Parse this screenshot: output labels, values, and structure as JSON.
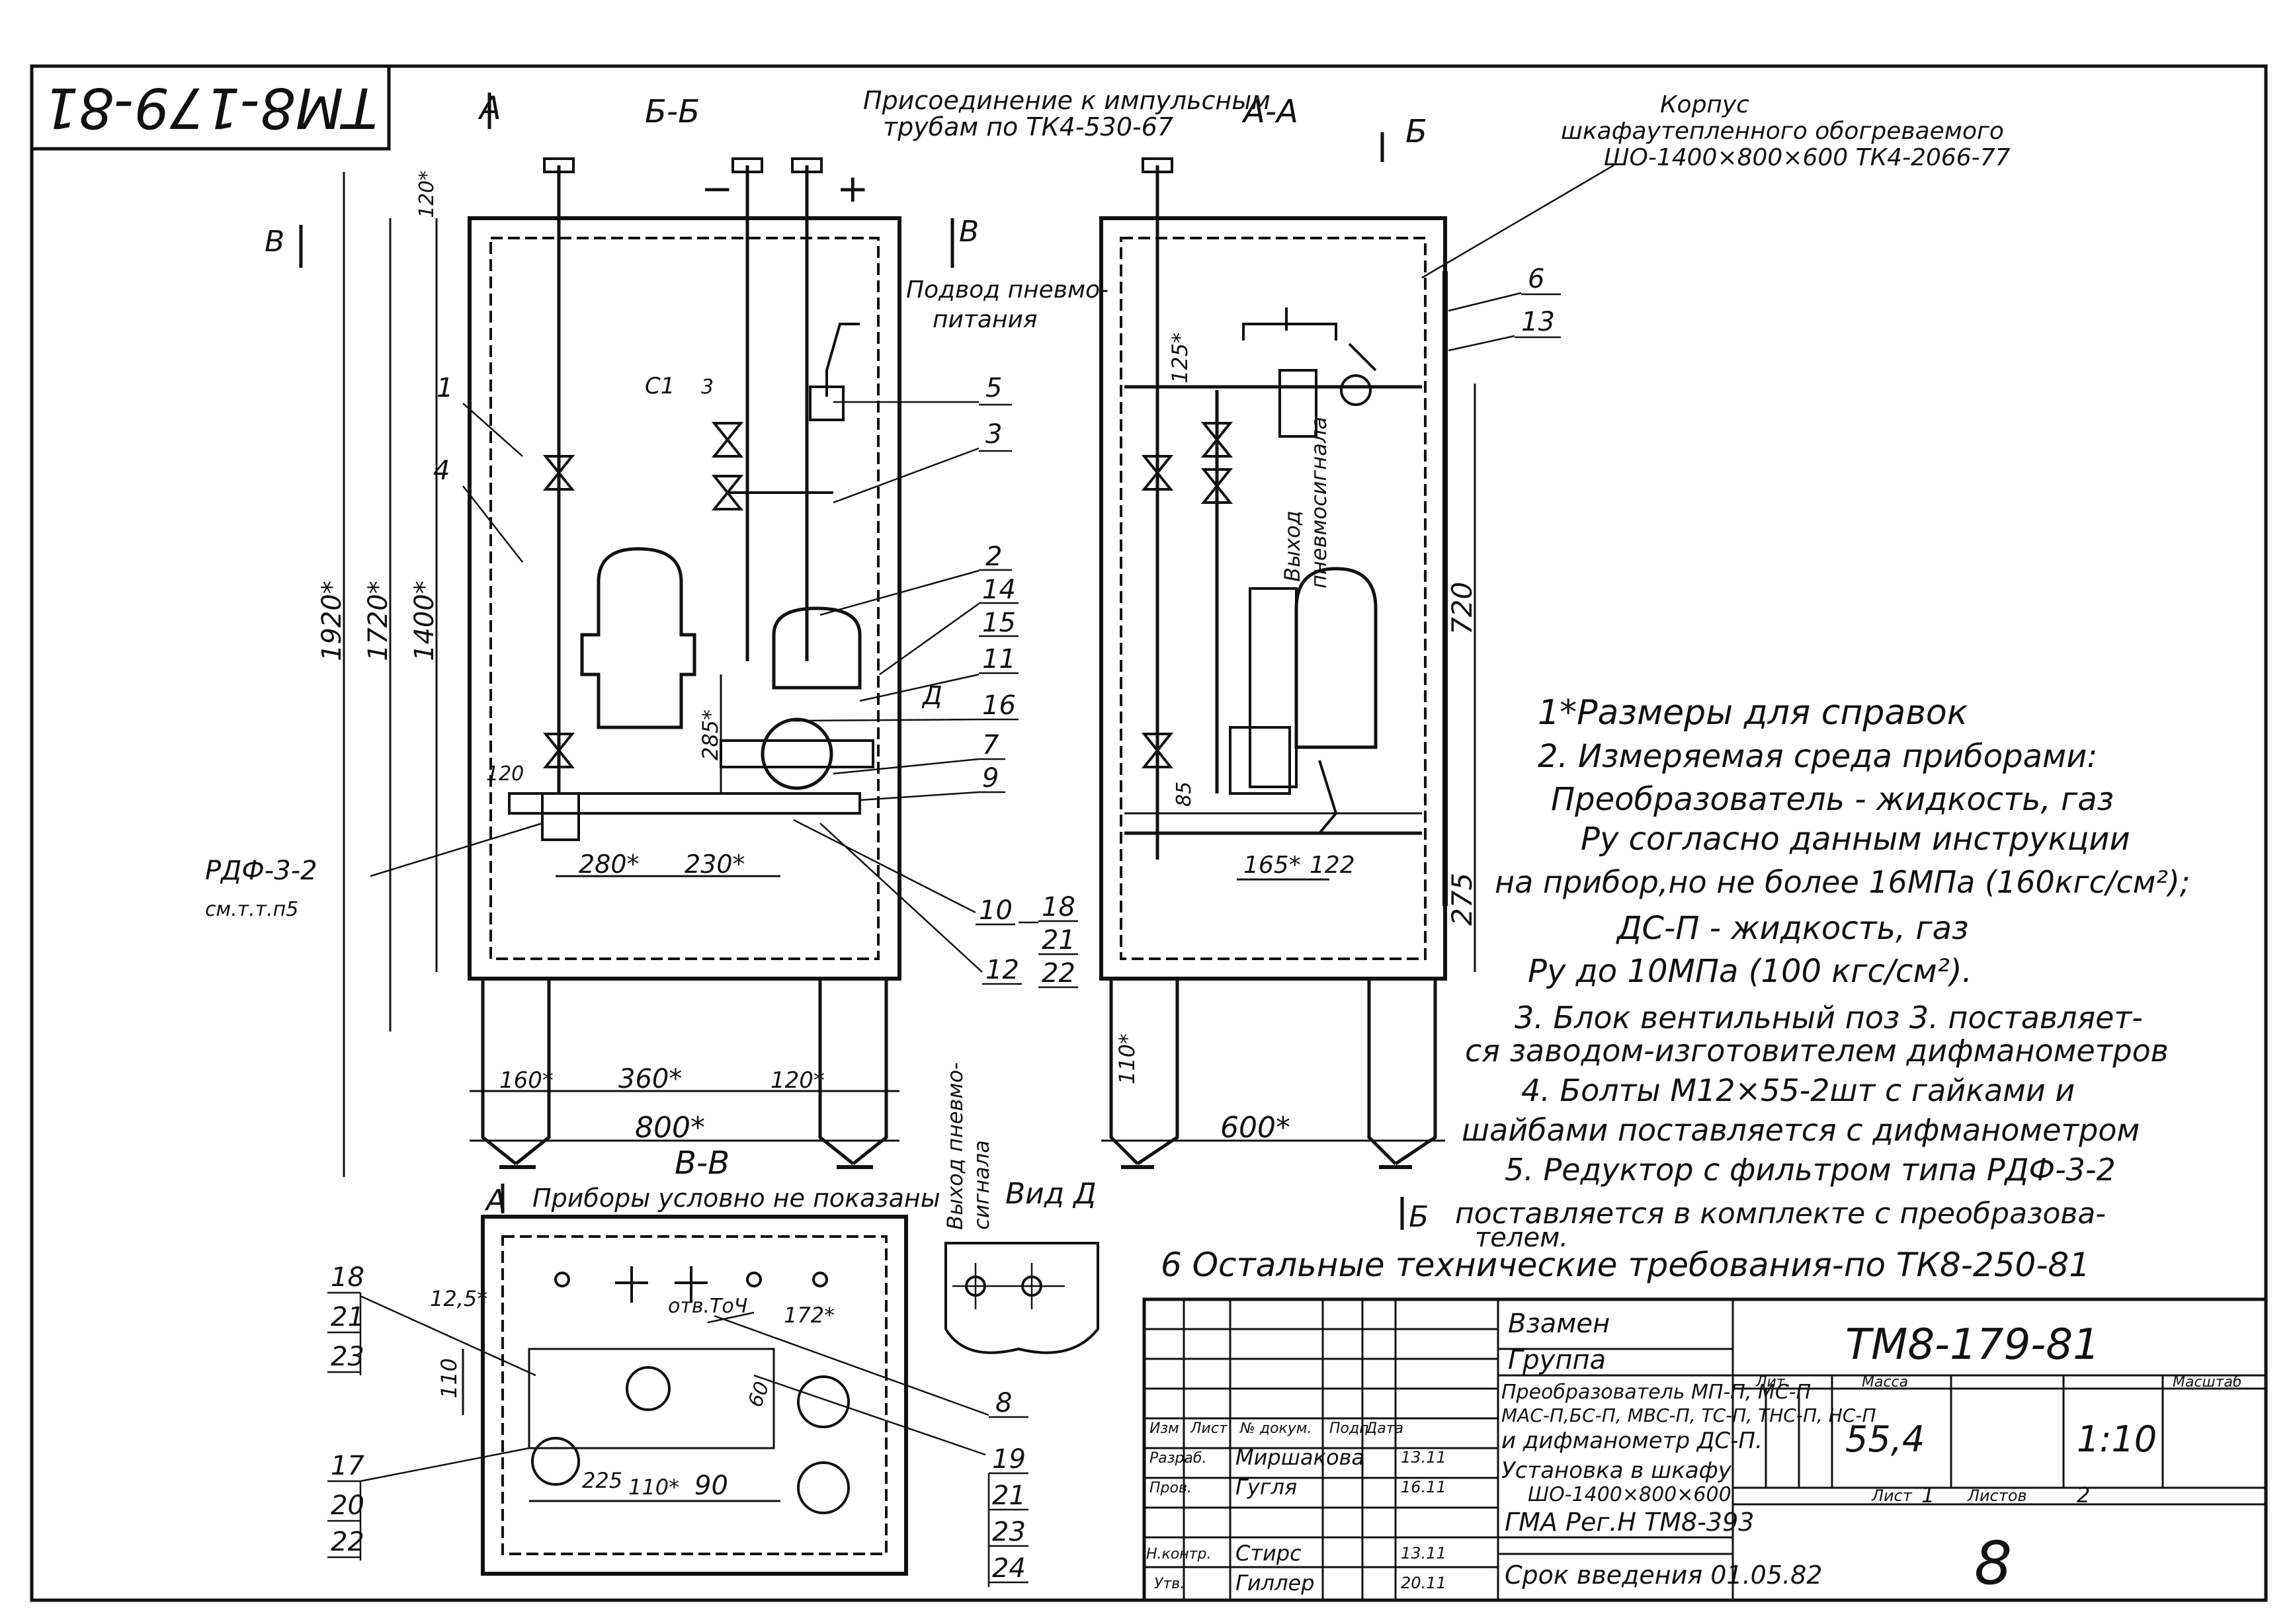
{
  "corner_stamp": "ТМ8-179-81",
  "section_labels": {
    "a_left": "А",
    "bb": "Б-Б",
    "aa": "А-А",
    "b_right": "Б",
    "v_left": "В",
    "v_right": "В",
    "vv": "В-В",
    "a_bottom": "А",
    "b_bottom": "Б",
    "vid_d": "Вид Д"
  },
  "callouts": {
    "impulse_line1": "Присоединение к импульсным",
    "impulse_line2": "трубам по ТК4-530-67",
    "minus": "−",
    "plus": "+",
    "pneumo_line1": "Подвод пневмо-",
    "pneumo_line2": "питания",
    "body_line1": "Корпус",
    "body_line2": "шкафаутепленного обогреваемого",
    "body_line3": "ШО-1400×800×600  ТК4-2066-77",
    "pneumo_out_line1": "Выход",
    "pneumo_out_line2": "пневмосигнала",
    "pneumo_out2_line1": "Выход пневмо-",
    "pneumo_out2_line2": "сигнала",
    "rdf": "РДФ-3-2",
    "rdf_ref": "см.т.т.п5",
    "not_shown": "Приборы условно не показаны",
    "otv": "отв.ТоЧ",
    "c1": "С1",
    "d": "Д"
  },
  "dimensions": {
    "d1920": "1920*",
    "d1720": "1720*",
    "d1400": "1400*",
    "d120top": "120*",
    "d120": "120",
    "d285": "285*",
    "d280": "280*",
    "d230": "230*",
    "d160": "160*",
    "d360": "360*",
    "d120b": "120*",
    "d800": "800*",
    "d125": "125*",
    "d720": "720",
    "d275": "275",
    "d85": "85",
    "d165": "165*",
    "d122": "122",
    "d110": "110*",
    "d600": "600*",
    "d12_5": "12,5*",
    "d110v": "110",
    "d172": "172*",
    "d60": "60",
    "d225": "225",
    "d110h": "110*",
    "d90": "90"
  },
  "positions": {
    "p1": "1",
    "p4": "4",
    "p3a": "3",
    "p5": "5",
    "p3": "3",
    "p2": "2",
    "p14": "14",
    "p15": "15",
    "p11": "11",
    "p16": "16",
    "p7": "7",
    "p9": "9",
    "p10": "10",
    "p12": "12",
    "p18": "18",
    "p21": "21",
    "p22": "22",
    "p6": "6",
    "p13": "13",
    "v18": "18",
    "v21": "21",
    "v23": "23",
    "v17": "17",
    "v20": "20",
    "v22": "22",
    "v8": "8",
    "v19": "19",
    "v21b": "21",
    "v23b": "23",
    "v24": "24"
  },
  "notes": [
    "1*Размеры для справок",
    "2. Измеряемая среда приборами:",
    "Преобразователь - жидкость, газ",
    "Ру согласно данным инструкции",
    "на прибор,но не более 16МПа (160кгс/см²);",
    "ДС-П   - жидкость, газ",
    "Ру до 10МПа (100 кгс/см²).",
    "3. Блок вентильный поз 3. поставляет-",
    "ся заводом-изготовителем дифманометров",
    "4. Болты М12×55-2шт с гайками и",
    "шайбами поставляется с дифманометром",
    "5. Редуктор с фильтром типа РДФ-3-2",
    "поставляется в комплекте с преобразова-",
    "телем.",
    "6 Остальные технические требования-по ТК8-250-81"
  ],
  "title_block": {
    "vzamen": "Взамен",
    "gruppa": "Группа",
    "doc_number": "ТМ8-179-81",
    "description": [
      "Преобразователь МП-П, МС-П",
      "МАС-П,БС-П, МВС-П, ТС-П, ТНС-П, НС-П",
      "и дифманометр ДС-П.",
      "Установка в шкафу",
      "ШО-1400×800×600"
    ],
    "reg": "ГМА Рег.Н ТМ8-393",
    "srok": "Срок введения 01.05.82",
    "header_cols": [
      "Изм",
      "Лист",
      "№ докум.",
      "Подп",
      "Дата"
    ],
    "rows": [
      {
        "role": "Разраб.",
        "name": "Миршакова",
        "date": "13.11"
      },
      {
        "role": "Пров.",
        "name": "Гугля",
        "date": "16.11"
      },
      {
        "role": "Н.контр.",
        "name": "Стирс",
        "date": "13.11"
      },
      {
        "role": "Утв.",
        "name": "Гиллер",
        "date": "20.11"
      }
    ],
    "lit_label": "Лит.",
    "massa_label": "Масса",
    "scale_label": "Масштаб",
    "massa": "55,4",
    "scale": "1:10",
    "list_label": "Лист",
    "list_value": "1",
    "listov_label": "Листов",
    "listov_value": "2",
    "sheet_format": "8"
  }
}
